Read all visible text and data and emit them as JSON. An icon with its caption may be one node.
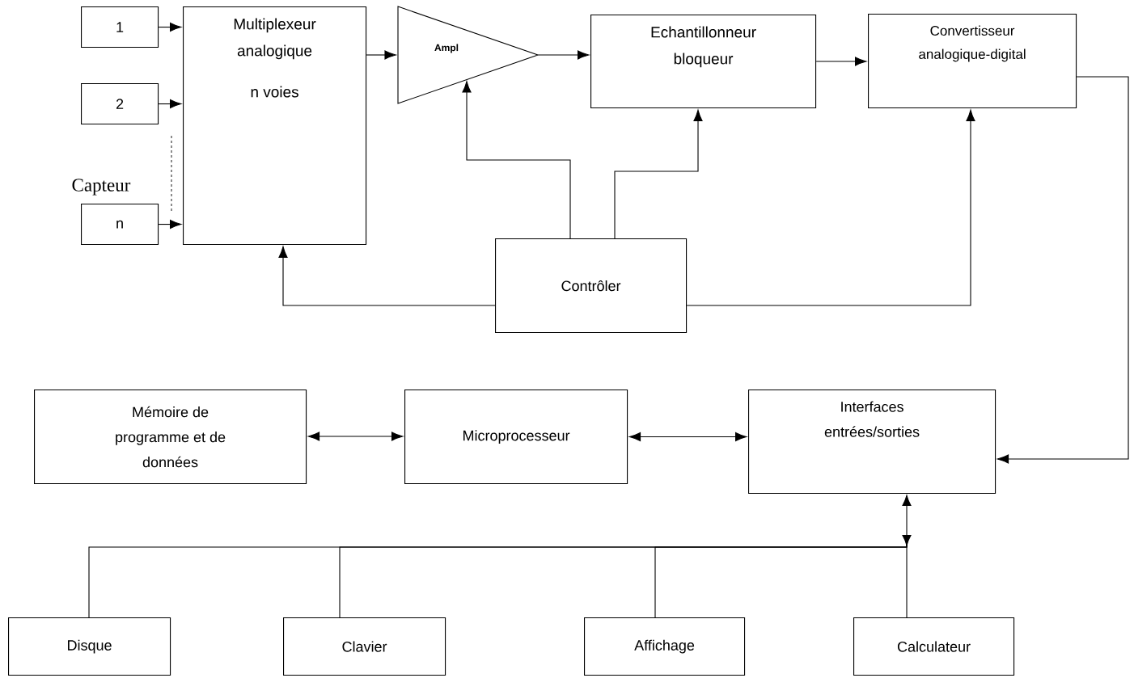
{
  "diagram": {
    "nodes": [
      {
        "text": [
          "1"
        ]
      },
      {
        "text": [
          "2"
        ]
      },
      {
        "text": [
          "n"
        ],
        "beside": [
          "Capteur"
        ]
      },
      {
        "text": [
          "Multiplexeur analogique",
          "n voies"
        ]
      },
      {
        "text": [
          "Ampl"
        ]
      },
      {
        "text": [
          "Echantillonneur bloqueur"
        ]
      },
      {
        "text": [
          "Convertisseur analogique-digital"
        ]
      },
      {
        "text": [
          "Contrôler"
        ]
      },
      {
        "text": [
          "Mémoire de programme et de données"
        ]
      },
      {
        "text": [
          "Microprocesseur"
        ]
      },
      {
        "text": [
          "Interfaces entrées/sorties"
        ]
      },
      {
        "text": [
          "Disque"
        ]
      },
      {
        "text": [
          "Clavier"
        ]
      },
      {
        "text": [
          "Affichage"
        ]
      },
      {
        "text": [
          "Calculateur"
        ]
      }
    ],
    "edges": [
      {
        "from": 0,
        "to": 3,
        "arrow": "to"
      },
      {
        "from": 1,
        "to": 3,
        "arrow": "to"
      },
      {
        "from": 2,
        "to": 3,
        "arrow": "to"
      },
      {
        "from": 3,
        "to": 4,
        "arrow": "to"
      },
      {
        "from": 4,
        "to": 5,
        "arrow": "to"
      },
      {
        "from": 5,
        "to": 6,
        "arrow": "to"
      },
      {
        "from": 7,
        "to": 3,
        "arrow": "to"
      },
      {
        "from": 7,
        "to": 4,
        "arrow": "to"
      },
      {
        "from": 7,
        "to": 5,
        "arrow": "to"
      },
      {
        "from": 7,
        "to": 6,
        "arrow": "to"
      },
      {
        "from": 6,
        "to": 10,
        "arrow": "to"
      },
      {
        "from": 8,
        "to": 9,
        "arrow": "both"
      },
      {
        "from": 9,
        "to": 10,
        "arrow": "both"
      },
      {
        "from": 11,
        "to": 10,
        "arrow": "to"
      },
      {
        "from": 12,
        "to": 10,
        "arrow": "to"
      },
      {
        "from": 13,
        "to": 10,
        "arrow": "to"
      },
      {
        "from": 14,
        "to": 10,
        "arrow": "to"
      }
    ]
  }
}
